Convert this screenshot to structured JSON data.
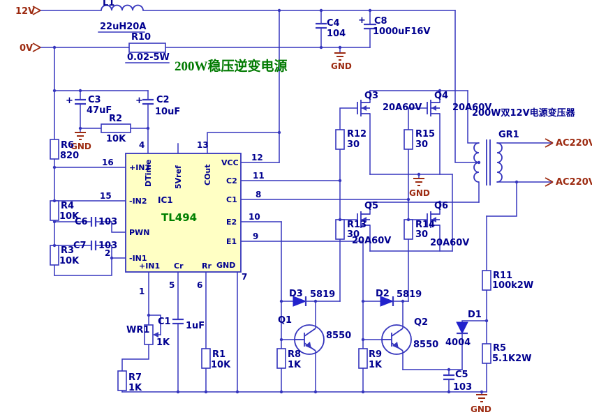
{
  "title": "200W稳压逆变电源",
  "ports": {
    "p12v": "12V",
    "p0v": "0V",
    "ac": "AC220V",
    "gnd": "GND"
  },
  "misc": {
    "plus": "+"
  },
  "parts": {
    "l1": {
      "r": "L1",
      "v": "22uH20A"
    },
    "r10": {
      "r": "R10",
      "v": "0.02-5W"
    },
    "c4": {
      "r": "C4",
      "v": "104"
    },
    "c8": {
      "r": "C8",
      "v": "1000uF16V"
    },
    "c3": {
      "r": "C3",
      "v": "47uF"
    },
    "c2": {
      "r": "C2",
      "v": "10uF"
    },
    "r2": {
      "r": "R2",
      "v": "10K"
    },
    "r6": {
      "r": "R6",
      "v": "820"
    },
    "r4": {
      "r": "R4",
      "v": "10K"
    },
    "c6": {
      "r": "C6",
      "v": "103"
    },
    "r3": {
      "r": "R3",
      "v": "10K"
    },
    "c7": {
      "r": "C7",
      "v": "103"
    },
    "q3": {
      "r": "Q3",
      "v": "20A60V"
    },
    "q4": {
      "r": "Q4",
      "v": "20A60V"
    },
    "q5": {
      "r": "Q5",
      "v": "20A60V"
    },
    "q6": {
      "r": "Q6",
      "v": "20A60V"
    },
    "r12": {
      "r": "R12",
      "v": "30"
    },
    "r15": {
      "r": "R15",
      "v": "30"
    },
    "r13": {
      "r": "R13",
      "v": "30"
    },
    "r14": {
      "r": "R14",
      "v": "30"
    },
    "gr1": {
      "r": "GR1",
      "v": "200W双12V电源变压器"
    },
    "r11": {
      "r": "R11",
      "v": "100k2W"
    },
    "d3": {
      "r": "D3",
      "v": "5819"
    },
    "d2": {
      "r": "D2",
      "v": "5819"
    },
    "d1": {
      "r": "D1",
      "v": "4004"
    },
    "r5": {
      "r": "R5",
      "v": "5.1K2W"
    },
    "c5": {
      "r": "C5",
      "v": "103"
    },
    "q1": {
      "r": "Q1",
      "v": "8550"
    },
    "q2": {
      "r": "Q2",
      "v": "8550"
    },
    "r8": {
      "r": "R8",
      "v": "1K"
    },
    "r9": {
      "r": "R9",
      "v": "1K"
    },
    "r1": {
      "r": "R1",
      "v": "10K"
    },
    "c1": {
      "r": "C1",
      "v": "1uF"
    },
    "wr1": {
      "r": "WR1",
      "v": "1K"
    },
    "r7": {
      "r": "R7",
      "v": "1K"
    }
  },
  "ic": {
    "ref": "IC1",
    "part": "TL494",
    "pins": {
      "in2p": "+IN2",
      "in2m": "-IN2",
      "pwn": "PWN",
      "in1m": "-IN1",
      "in1p": "+IN1",
      "dtime": "DTime",
      "vref": "5Vref",
      "cout": "COut",
      "vcc": "VCC",
      "c2": "C2",
      "c1": "C1",
      "e2": "E2",
      "e1": "E1",
      "gnd": "GND",
      "cr": "Cr",
      "rr": "Rr"
    },
    "nums": {
      "n1": "1",
      "n2": "2",
      "n4": "4",
      "n5": "5",
      "n6": "6",
      "n7": "7",
      "n8": "8",
      "n9": "9",
      "n10": "10",
      "n11": "11",
      "n12": "12",
      "n13": "13",
      "n15": "15",
      "n16": "16"
    }
  },
  "colors": {
    "wire": "#3535bd",
    "label": "#00008f",
    "port": "#9c2a10",
    "title": "#007a00",
    "ic_fill": "#ffffc4",
    "diode_fill": "#2222cc"
  }
}
